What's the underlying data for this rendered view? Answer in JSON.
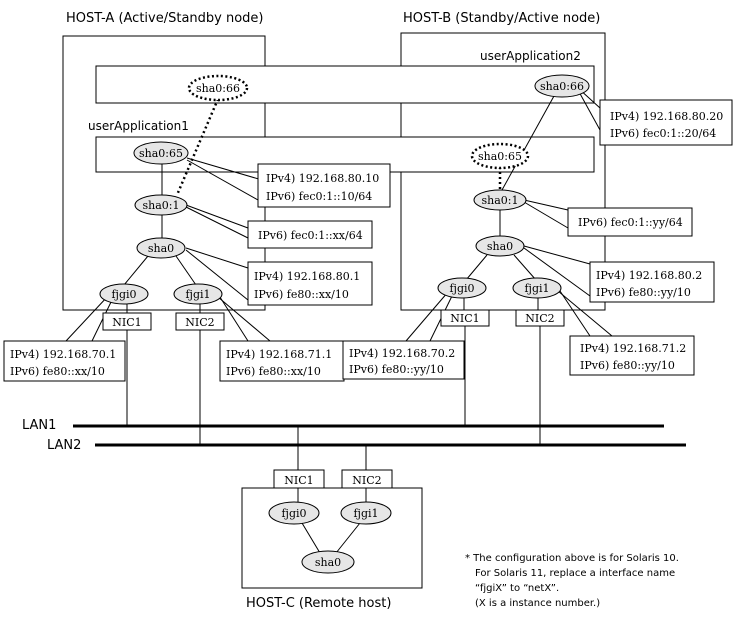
{
  "hosts": {
    "host_a": "HOST-A (Active/Standby node)",
    "host_b": "HOST-B (Standby/Active node)",
    "host_c": "HOST-C (Remote host)"
  },
  "apps": {
    "app1": "userApplication1",
    "app2": "userApplication2"
  },
  "nodes": {
    "sha0_66": "sha0:66",
    "sha0_65": "sha0:65",
    "sha0_1": "sha0:1",
    "sha0": "sha0",
    "fjgi0": "fjgi0",
    "fjgi1": "fjgi1"
  },
  "nics": {
    "nic1": "NIC1",
    "nic2": "NIC2"
  },
  "lans": {
    "lan1": "LAN1",
    "lan2": "LAN2"
  },
  "addresses": {
    "a_sha065": [
      "IPv4) 192.168.80.10",
      "IPv6) fec0:1::10/64"
    ],
    "a_sha01": [
      "IPv6) fec0:1::xx/64"
    ],
    "a_sha0": [
      "IPv4) 192.168.80.1",
      "IPv6) fe80::xx/10"
    ],
    "a_fjgi0": [
      "IPv4) 192.168.70.1",
      "IPv6) fe80::xx/10"
    ],
    "a_fjgi1": [
      "IPv4) 192.168.71.1",
      "IPv6) fe80::xx/10"
    ],
    "b_sha066": [
      "IPv4) 192.168.80.20",
      "IPv6) fec0:1::20/64"
    ],
    "b_sha01": [
      "IPv6) fec0:1::yy/64"
    ],
    "b_sha0": [
      "IPv4) 192.168.80.2",
      "IPv6) fe80::yy/10"
    ],
    "b_fjgi0": [
      "IPv4) 192.168.70.2",
      "IPv6) fe80::yy/10"
    ],
    "b_fjgi1": [
      "IPv4) 192.168.71.2",
      "IPv6) fe80::yy/10"
    ]
  },
  "note": [
    "* The configuration above is for Solaris 10.",
    "For Solaris 11, replace a interface name",
    "“fjgiX” to “netX”.",
    "(X is a instance number.)"
  ]
}
